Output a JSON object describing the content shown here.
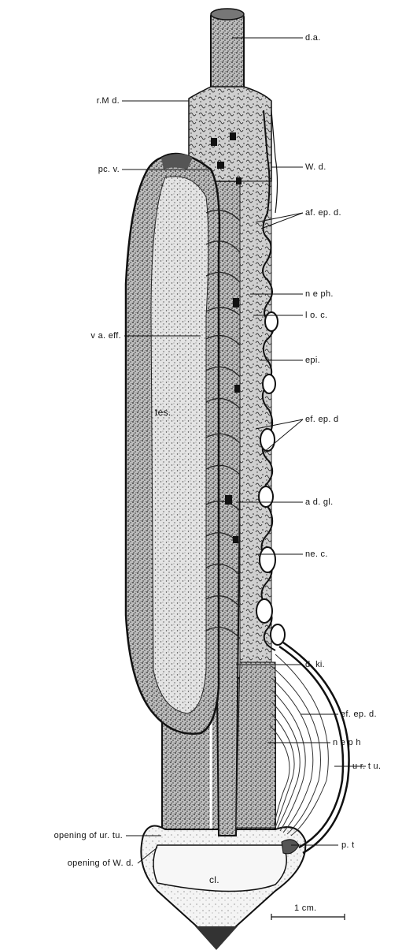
{
  "labels": {
    "d_a": "d.a.",
    "r_m_d": "r.M d.",
    "pc_v": "pc. v.",
    "w_d": "W. d.",
    "af_ep_d": "af. ep. d.",
    "neph_top": "n e ph.",
    "lo_c": "l o. c.",
    "va_eff": "v a. eff.",
    "epi": "epi.",
    "tes": "tes.",
    "ef_ep_d_mid": "ef. ep. d",
    "ad_gl": "a d. gl.",
    "ne_c": "ne. c.",
    "d_ki": "d. ki.",
    "ef_ep_d_low": "ef. ep. d.",
    "neph_low": "n e p h",
    "ur_tu": "u r. t u.",
    "opening_ur_tu": "opening of ur. tu.",
    "opening_w_d": "opening of  W. d.",
    "p_t": "p. t",
    "cl": "cl.",
    "scale": "1 cm."
  },
  "colors": {
    "ink": "#111111",
    "stipple_dark": "#444444",
    "stipple_mid": "#777777",
    "paper": "#ffffff"
  }
}
